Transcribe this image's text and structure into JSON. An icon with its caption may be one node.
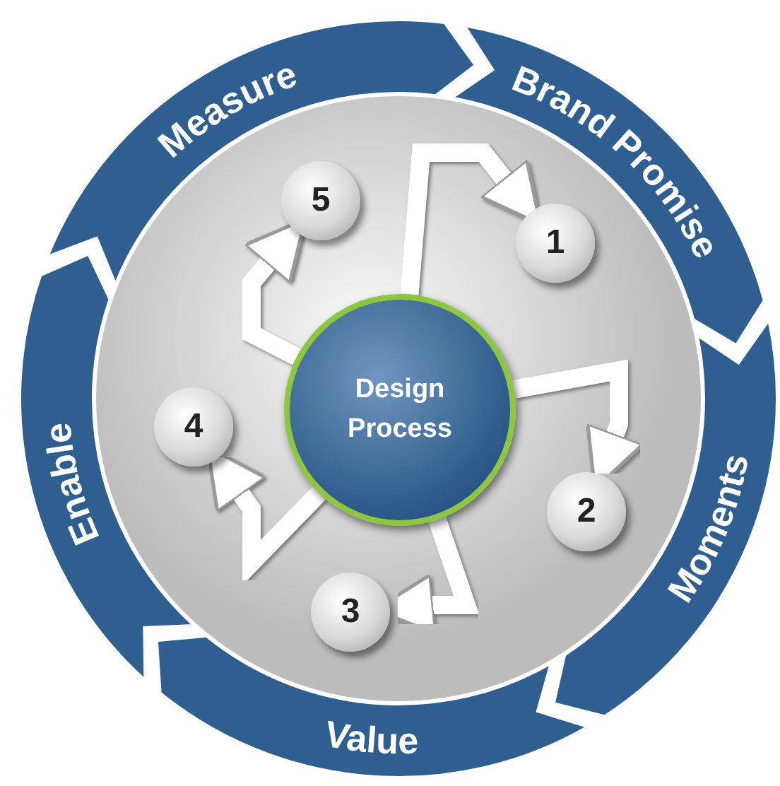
{
  "diagram": {
    "nodes": [
      {
        "text": [
          "Brand Promise"
        ]
      },
      {
        "text": [
          "Moments"
        ]
      },
      {
        "text": [
          "Value"
        ]
      },
      {
        "text": [
          "Enable"
        ]
      },
      {
        "text": [
          "Measure"
        ]
      },
      {
        "text": [
          "Design Process"
        ]
      },
      {
        "text": [
          "1"
        ]
      },
      {
        "text": [
          "2"
        ]
      },
      {
        "text": [
          "3"
        ]
      },
      {
        "text": [
          "4"
        ]
      },
      {
        "text": [
          "5"
        ]
      }
    ],
    "edges": [
      {
        "from": 5,
        "to": 6,
        "arrow": "to"
      },
      {
        "from": 5,
        "to": 7,
        "arrow": "to"
      },
      {
        "from": 5,
        "to": 8,
        "arrow": "to"
      },
      {
        "from": 5,
        "to": 9,
        "arrow": "to"
      },
      {
        "from": 5,
        "to": 10,
        "arrow": "to"
      }
    ]
  }
}
